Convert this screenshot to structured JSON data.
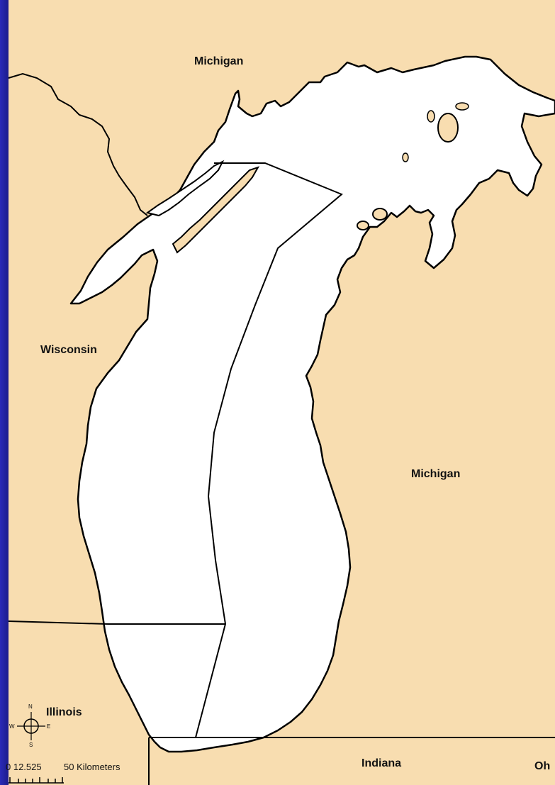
{
  "map": {
    "land_color": "#f8ddb0",
    "water_color": "#ffffff",
    "frame_color": "#1c1c8c",
    "labels": {
      "michigan_upper": "Michigan",
      "wisconsin": "Wisconsin",
      "michigan_lower": "Michigan",
      "illinois": "Illinois",
      "indiana": "Indiana",
      "ohio": "Oh"
    },
    "compass": {
      "north": "N",
      "south": "S",
      "east": "E",
      "west": "W"
    },
    "scale_bar": {
      "ticks_text": "0 12.525",
      "end_text": "50 Kilometers"
    }
  }
}
